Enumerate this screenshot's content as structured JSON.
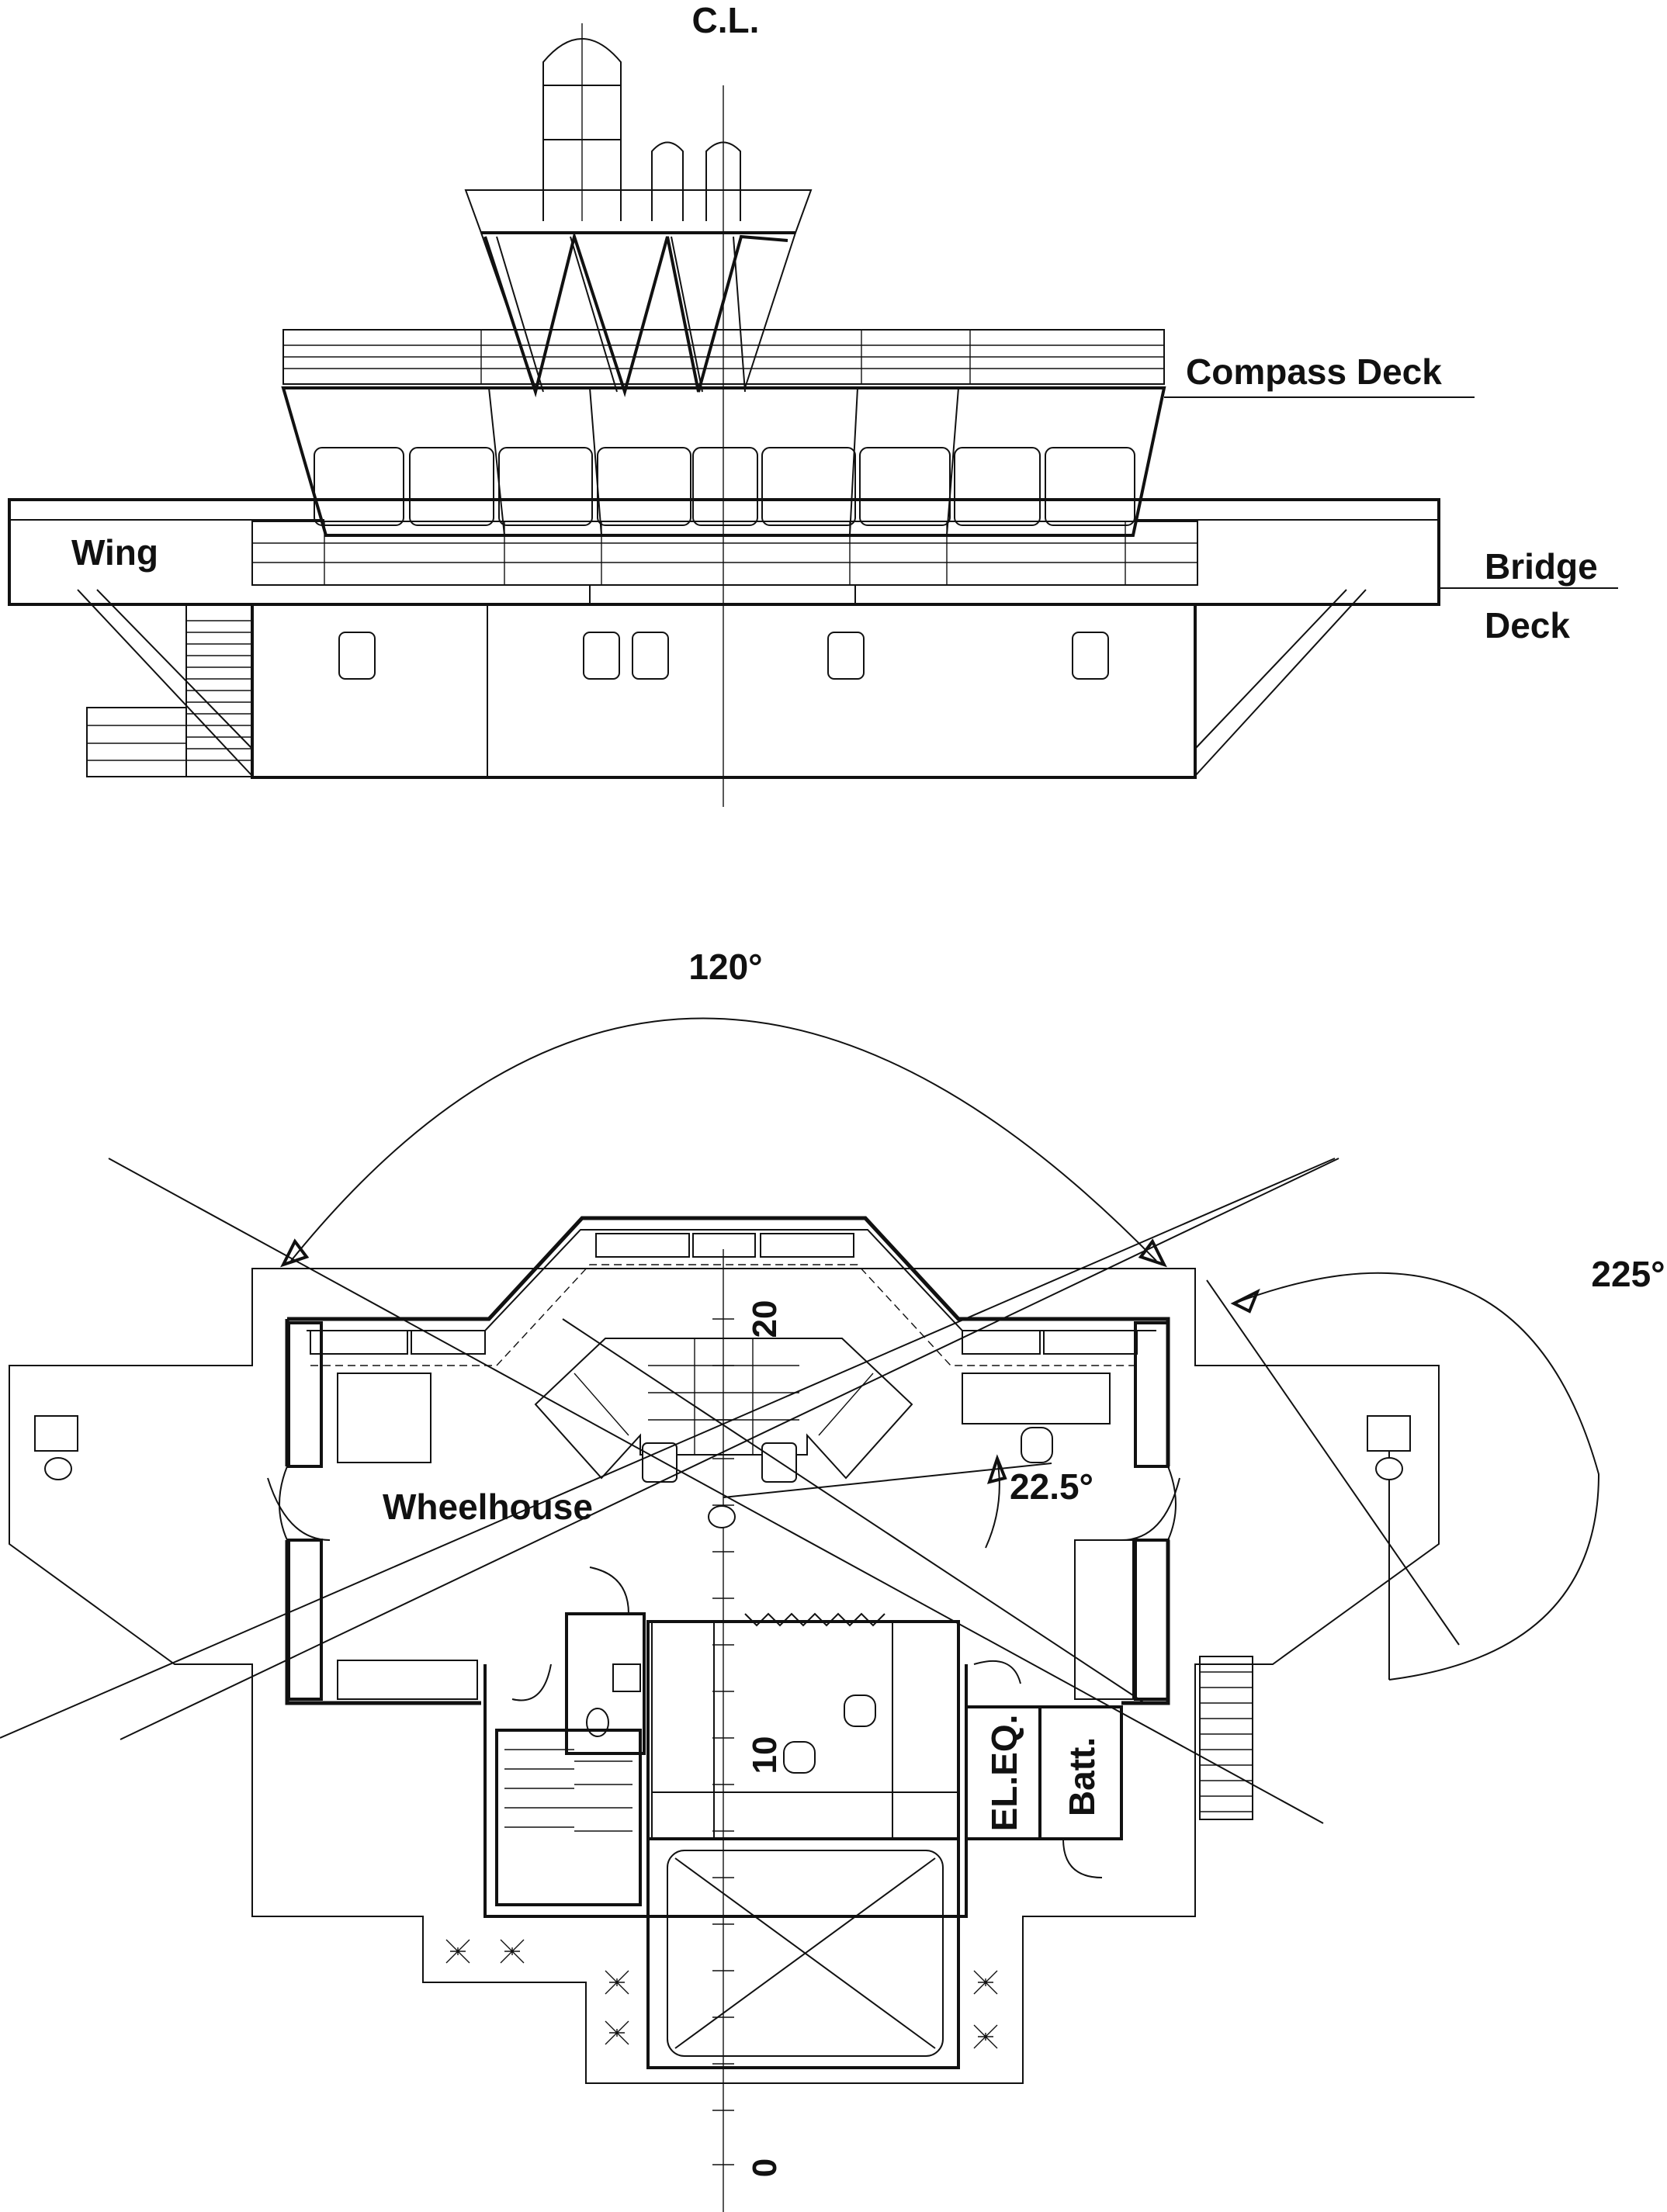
{
  "elevation": {
    "centerline_label": "C.L.",
    "compass_deck_label": "Compass Deck",
    "wing_label": "Wing",
    "bridge_label": "Bridge",
    "deck_label": "Deck"
  },
  "plan": {
    "angle_forward": "120°",
    "angle_wing": "225°",
    "angle_blind": "22.5°",
    "wheelhouse_label": "Wheelhouse",
    "electrical_label": "EL.EQ.",
    "battery_label": "Batt.",
    "scale_ticks": [
      "20",
      "10",
      "0"
    ]
  }
}
